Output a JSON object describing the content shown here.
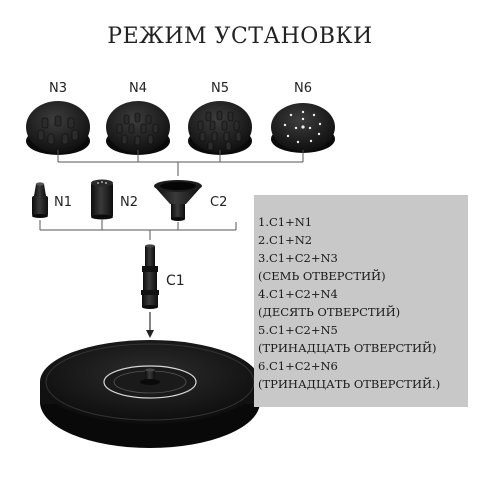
{
  "title": "РЕЖИМ УСТАНОВКИ",
  "nozzles_top": [
    "N3",
    "N4",
    "N5",
    "N6"
  ],
  "nozzles_mid": {
    "n1": "N1",
    "n2": "N2",
    "c2": "C2"
  },
  "pipe_label": "C1",
  "modes": [
    "1.C1+N1",
    "2.C1+N2",
    "3.C1+C2+N3",
    "(СЕМЬ ОТВЕРСТИЙ)",
    "4.C1+C2+N4",
    "(ДЕСЯТЬ ОТВЕРСТИЙ)",
    "5.C1+C2+N5",
    "(ТРИНАДЦАТЬ ОТВЕРСТИЙ)",
    "6.C1+C2+N6",
    "(ТРИНАДЦАТЬ ОТВЕРСТИЙ.)"
  ],
  "colors": {
    "device": "#1b1b1b",
    "panel": "#c8c8c8",
    "line": "#555555"
  }
}
